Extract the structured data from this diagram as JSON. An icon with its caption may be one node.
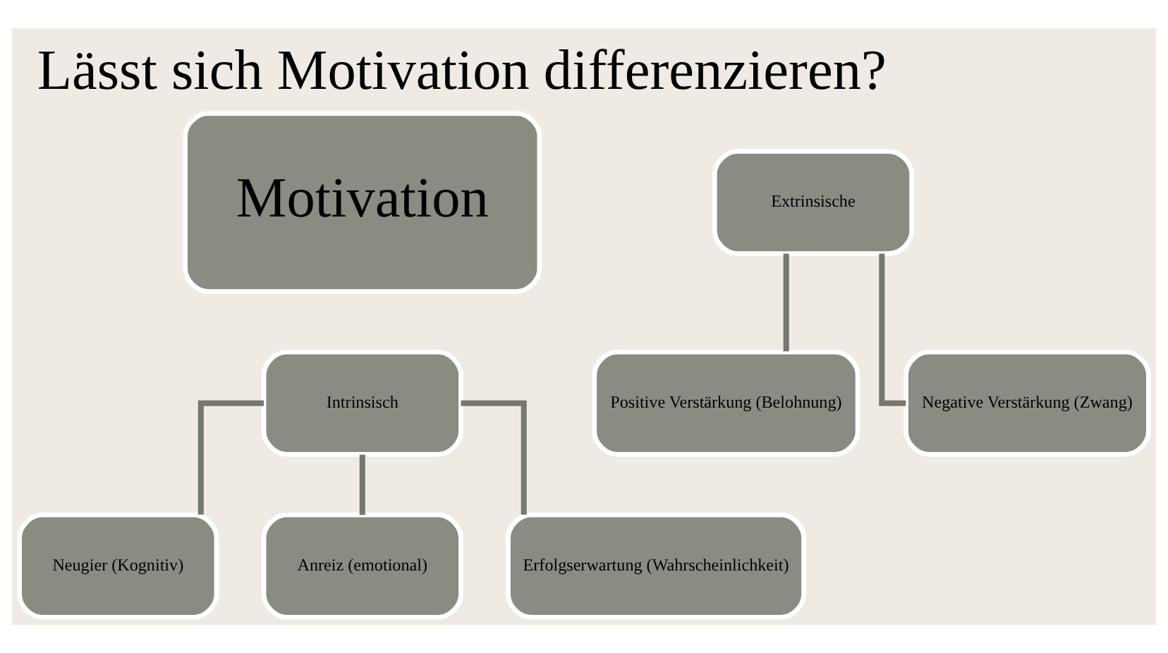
{
  "diagram": {
    "title": "Lässt sich Motivation differenzieren?",
    "nodes": [
      {
        "text": [
          "Motivation"
        ]
      },
      {
        "text": [
          "Extrinsische"
        ]
      },
      {
        "text": [
          "Positive Verstärkung (Belohnung)"
        ]
      },
      {
        "text": [
          "Negative Verstärkung (Zwang)"
        ]
      },
      {
        "text": [
          "Intrinsisch"
        ]
      },
      {
        "text": [
          "Neugier (Kognitiv)"
        ]
      },
      {
        "text": [
          "Anreiz (emotional)"
        ]
      },
      {
        "text": [
          "Erfolgserwartung (Wahrscheinlichkeit)"
        ]
      }
    ],
    "edges": [
      {
        "from": 1,
        "to": 2,
        "arrow": "none"
      },
      {
        "from": 1,
        "to": 3,
        "arrow": "none"
      },
      {
        "from": 4,
        "to": 5,
        "arrow": "none"
      },
      {
        "from": 4,
        "to": 6,
        "arrow": "none"
      },
      {
        "from": 4,
        "to": 7,
        "arrow": "none"
      }
    ]
  }
}
